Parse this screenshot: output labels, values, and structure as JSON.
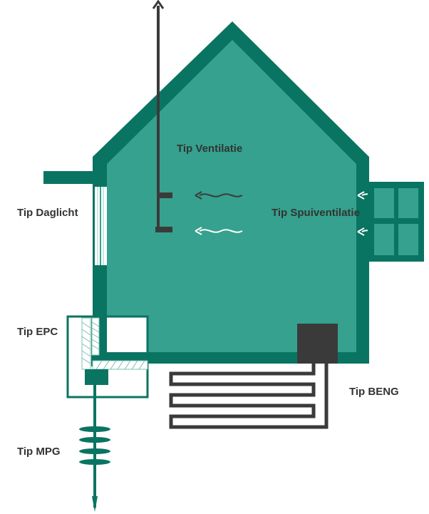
{
  "labels": {
    "ventilatie": "Tip Ventilatie",
    "daglicht": "Tip Daglicht",
    "spuiventilatie": "Tip Spuiventilatie",
    "epc": "Tip EPC",
    "beng": "Tip BENG",
    "mpg": "Tip MPG"
  },
  "colors": {
    "house_fill": "#35a18e",
    "house_border": "#0a7462",
    "dark": "#3a3a3a",
    "white": "#ffffff"
  }
}
